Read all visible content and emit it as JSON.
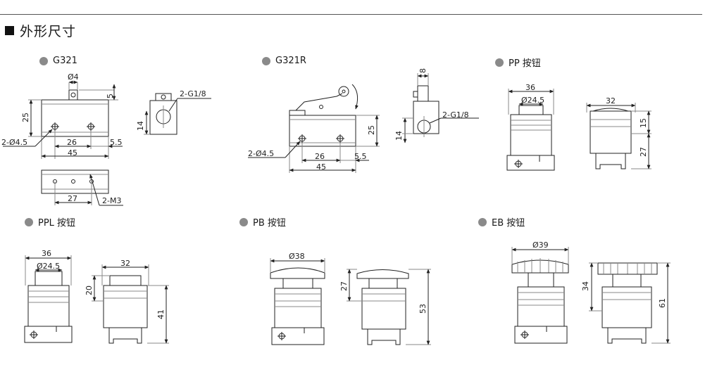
{
  "section_title": "外形尺寸",
  "models": {
    "g321": "G321",
    "g321r": "G321R",
    "pp": "PP 按钮",
    "ppl": "PPL 按钮",
    "pb": "PB 按钮",
    "eb": "EB 按钮"
  },
  "dims": {
    "g321": {
      "d4": "Ø4",
      "d5": "5",
      "d25": "25",
      "holes": "2-Ø4.5",
      "d26": "26",
      "d55": "5.5",
      "d45": "45",
      "d14": "14",
      "port": "2-G1/8",
      "d27": "27",
      "m3": "2-M3"
    },
    "g321r": {
      "d8": "8",
      "port": "2-G1/8",
      "d14": "14",
      "d25": "25",
      "holes": "2-Ø4.5",
      "d26": "26",
      "d55": "5.5",
      "d45": "45"
    },
    "pp": {
      "d36": "36",
      "d245": "Ø24.5",
      "d32": "32",
      "d15": "15",
      "d27": "27"
    },
    "ppl": {
      "d36": "36",
      "d245": "Ø24.5",
      "d32": "32",
      "d20": "20",
      "d41": "41"
    },
    "pb": {
      "d38": "Ø38",
      "d27": "27",
      "d53": "53"
    },
    "eb": {
      "d39": "Ø39",
      "d34": "34",
      "d61": "61"
    }
  }
}
